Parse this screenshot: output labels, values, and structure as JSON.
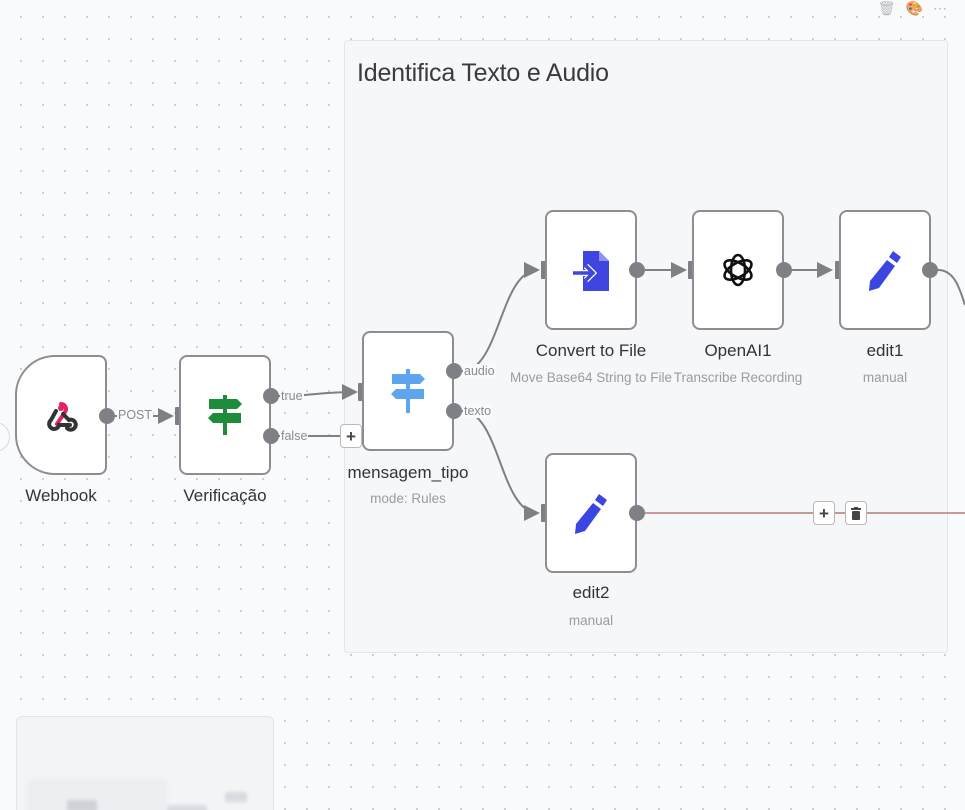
{
  "canvas": {
    "toolbar_icons": [
      {
        "name": "trash-icon",
        "glyph": "🗑"
      },
      {
        "name": "palette-icon",
        "glyph": "🎨"
      },
      {
        "name": "more-icon",
        "glyph": "⋯"
      }
    ]
  },
  "sticky_note": {
    "title": "Identifica Texto e Audio"
  },
  "nodes": {
    "webhook": {
      "label": "Webhook",
      "subtitle": "",
      "icon": "webhook-icon"
    },
    "verificacao": {
      "label": "Verificação",
      "subtitle": "",
      "icon": "signpost-icon",
      "outputs": [
        "true",
        "false"
      ]
    },
    "mensagem_tipo": {
      "label": "mensagem_tipo",
      "subtitle": "mode: Rules",
      "icon": "signpost-icon",
      "outputs": [
        "audio",
        "texto"
      ]
    },
    "convert_to_file": {
      "label": "Convert to File",
      "subtitle": "Move Base64 String to File",
      "icon": "file-import-icon"
    },
    "openai1": {
      "label": "OpenAI1",
      "subtitle": "Transcribe Recording",
      "icon": "openai-icon"
    },
    "edit1": {
      "label": "edit1",
      "subtitle": "manual",
      "icon": "pencil-icon"
    },
    "edit2": {
      "label": "edit2",
      "subtitle": "manual",
      "icon": "pencil-icon"
    }
  },
  "edges": {
    "webhook_out_label": "POST",
    "true_label": "true",
    "false_label": "false",
    "audio_label": "audio",
    "texto_label": "texto",
    "add_button": "+",
    "delete_button": "🗑"
  },
  "colors": {
    "webhook_pink": "#e0245e",
    "webhook_dark": "#333333",
    "if_green": "#1e8c3a",
    "switch_blue": "#5ea5f0",
    "convert_indigo": "#3f45e0",
    "edit_blue": "#3b46e0",
    "edge_gray": "#7f8085",
    "hover_edge": "#c49a9a"
  }
}
